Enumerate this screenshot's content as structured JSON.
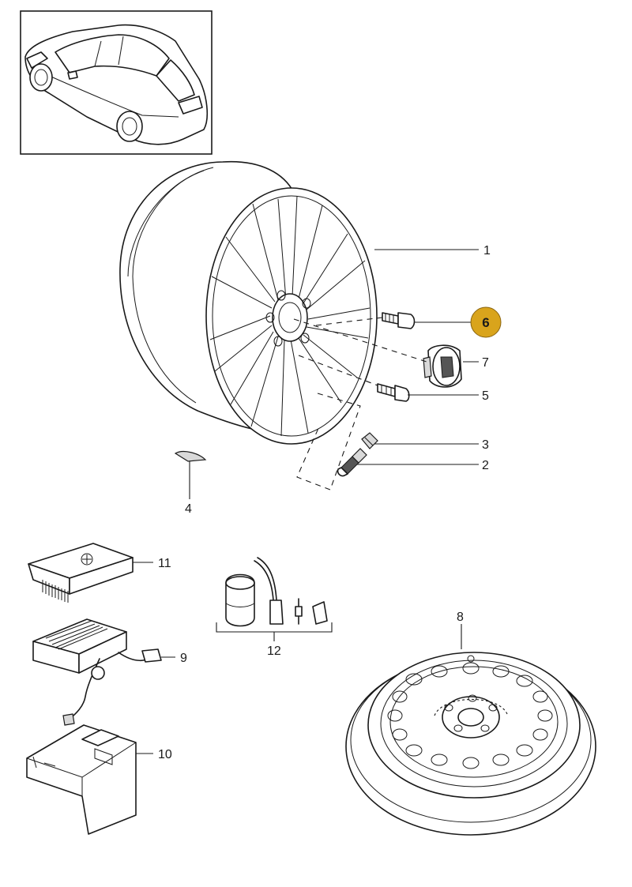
{
  "callouts": {
    "c1": "1",
    "c2": "2",
    "c3": "3",
    "c4": "4",
    "c5": "5",
    "c6": "6",
    "c7": "7",
    "c8": "8",
    "c9": "9",
    "c10": "10",
    "c11": "11",
    "c12": "12"
  },
  "highlighted_part": "6",
  "colors": {
    "highlight": "#d9a41c",
    "line": "#1a1a1a",
    "background": "#ffffff"
  }
}
